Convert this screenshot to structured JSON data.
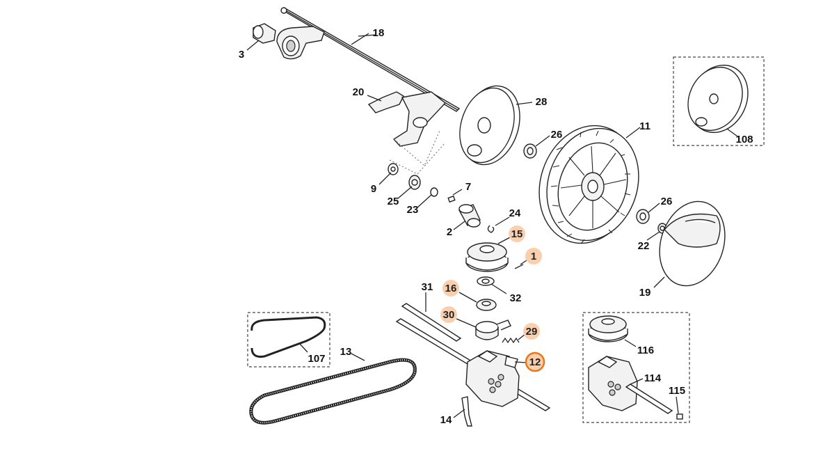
{
  "callouts": [
    {
      "id": "3",
      "text": "3"
    },
    {
      "id": "18",
      "text": "18"
    },
    {
      "id": "20",
      "text": "20"
    },
    {
      "id": "28",
      "text": "28"
    },
    {
      "id": "26a",
      "text": "26"
    },
    {
      "id": "11",
      "text": "11"
    },
    {
      "id": "108",
      "text": "108"
    },
    {
      "id": "9",
      "text": "9"
    },
    {
      "id": "25",
      "text": "25"
    },
    {
      "id": "23",
      "text": "23"
    },
    {
      "id": "7",
      "text": "7"
    },
    {
      "id": "2",
      "text": "2"
    },
    {
      "id": "24",
      "text": "24"
    },
    {
      "id": "26b",
      "text": "26"
    },
    {
      "id": "22",
      "text": "22"
    },
    {
      "id": "19",
      "text": "19"
    },
    {
      "id": "15",
      "text": "15",
      "highlight": true
    },
    {
      "id": "1",
      "text": "1",
      "highlight": true
    },
    {
      "id": "31",
      "text": "31"
    },
    {
      "id": "16",
      "text": "16",
      "highlight": true
    },
    {
      "id": "32",
      "text": "32"
    },
    {
      "id": "30",
      "text": "30",
      "highlight": true
    },
    {
      "id": "29",
      "text": "29",
      "highlight": true
    },
    {
      "id": "12",
      "text": "12",
      "highlight": true,
      "selected": true
    },
    {
      "id": "107",
      "text": "107"
    },
    {
      "id": "13",
      "text": "13"
    },
    {
      "id": "14",
      "text": "14"
    },
    {
      "id": "116",
      "text": "116"
    },
    {
      "id": "114",
      "text": "114"
    },
    {
      "id": "115",
      "text": "115"
    }
  ],
  "colors": {
    "highlight_fill": "#f9cfae",
    "selected_ring": "#e8781f",
    "line": "#222222"
  }
}
